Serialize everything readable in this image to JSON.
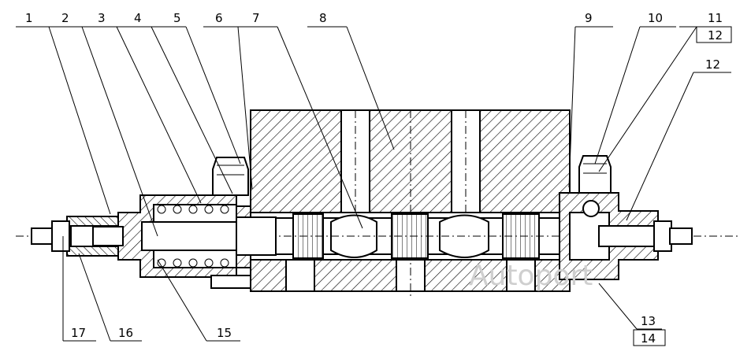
{
  "drawing": {
    "part_labels_top": [
      "1",
      "2",
      "3",
      "4",
      "5",
      "6",
      "7",
      "8",
      "9",
      "10",
      "11",
      "12",
      "12"
    ],
    "part_labels_bottom": [
      "17",
      "16",
      "15",
      "13",
      "14"
    ],
    "watermark": "Autoport"
  }
}
